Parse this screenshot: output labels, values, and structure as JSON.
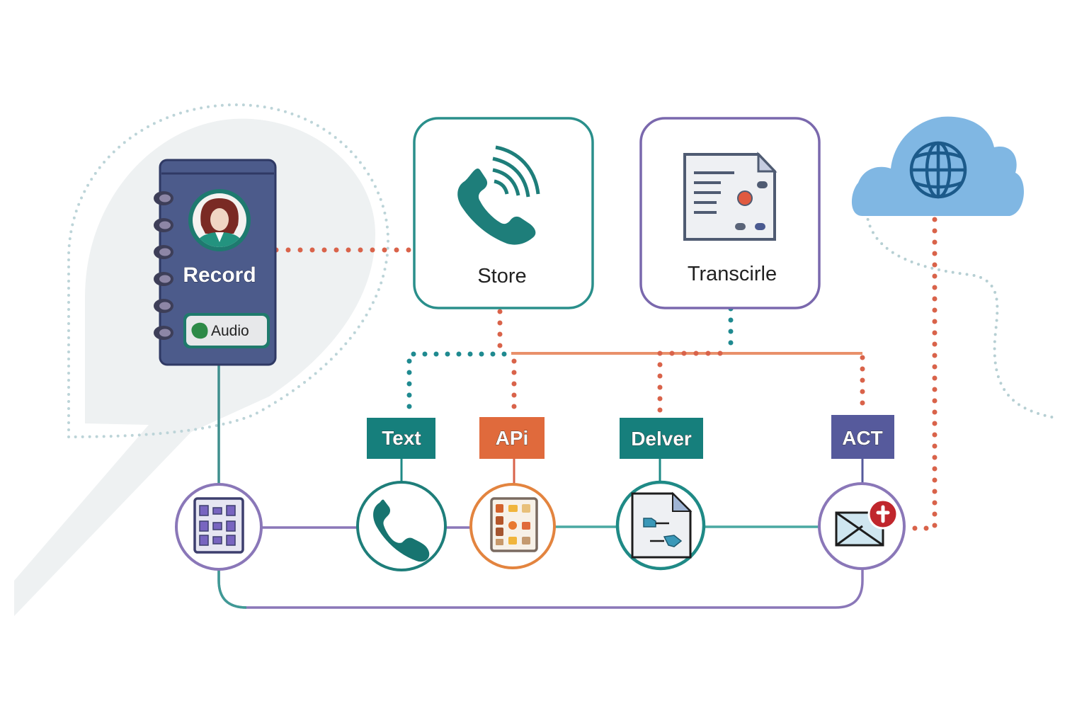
{
  "diagram": {
    "colors": {
      "teal": "#1f8a86",
      "teal_dark": "#17706d",
      "orange": "#e0683f",
      "orange_dot": "#d9634a",
      "purple": "#8a77b8",
      "navy_purple": "#565a9c",
      "record_card": "#4a5a8a",
      "cloud": "#7fb6e2",
      "globe": "#1c5a8a",
      "bg_shape": "#eef1f2",
      "dotted_light": "#b8d2d6"
    },
    "record_card": {
      "title": "Record",
      "badge": "Audio",
      "icon": "person-avatar-icon"
    },
    "top_boxes": [
      {
        "id": "store",
        "label": "Store",
        "icon": "phone-signal-icon"
      },
      {
        "id": "transcribe",
        "label": "Transcirle",
        "icon": "document-icon"
      }
    ],
    "cloud": {
      "icon": "globe-icon"
    },
    "tags": [
      {
        "id": "text",
        "label": "Text"
      },
      {
        "id": "api",
        "label": "APi"
      },
      {
        "id": "deliver",
        "label": "Delver"
      },
      {
        "id": "act",
        "label": "ACT"
      }
    ],
    "bottom_nodes": [
      {
        "id": "grid",
        "icon": "app-grid-icon"
      },
      {
        "id": "phone",
        "icon": "phone-icon"
      },
      {
        "id": "apps",
        "icon": "apps-panel-icon"
      },
      {
        "id": "file",
        "icon": "file-transfer-icon"
      },
      {
        "id": "mail",
        "icon": "mail-alert-icon"
      }
    ]
  }
}
